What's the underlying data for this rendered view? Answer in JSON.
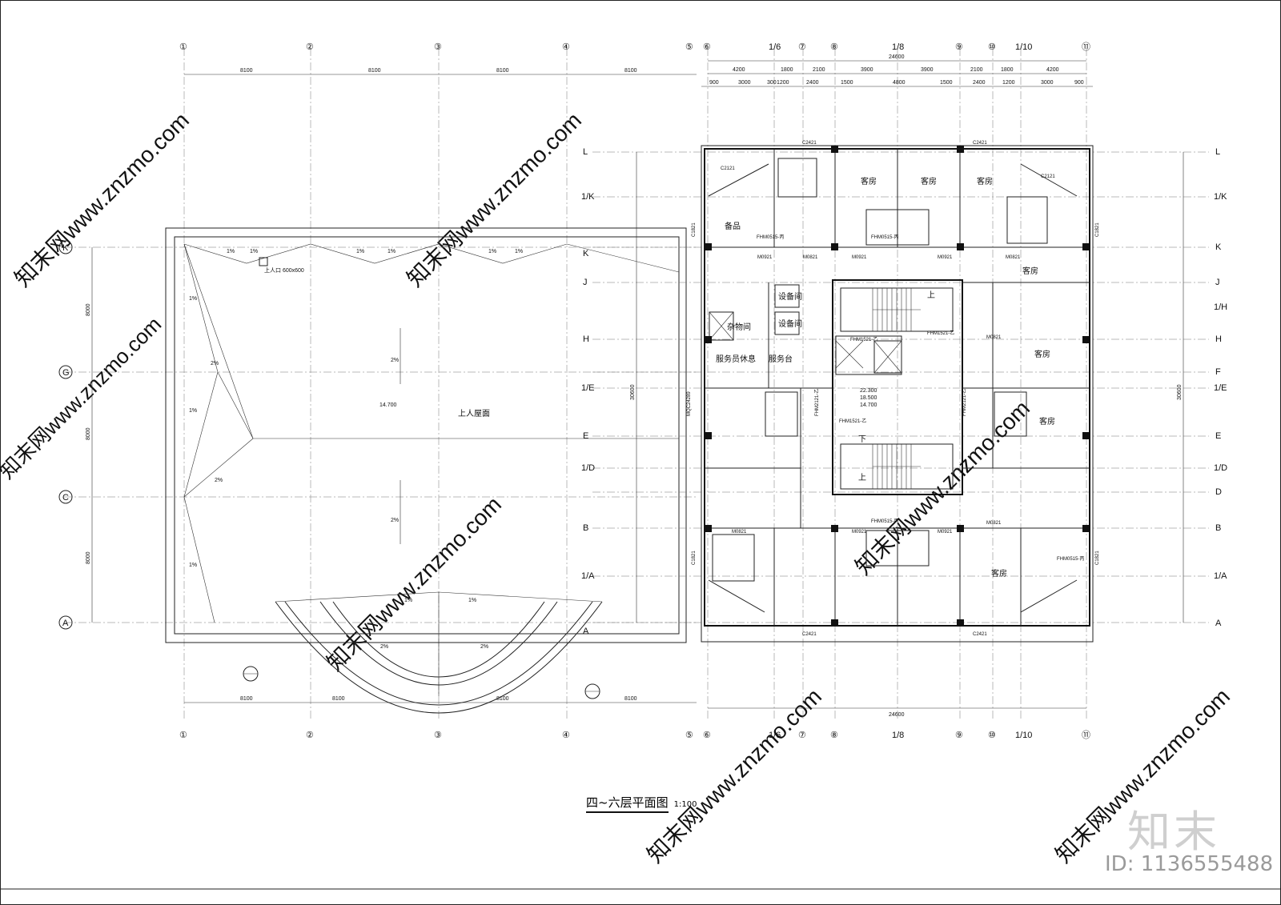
{
  "drawing": {
    "title": "四~六层平面图",
    "scale": "1:100",
    "id_label": "ID: 1136555488",
    "brand_logo": "知末",
    "watermark_text": "知末网www.znzmo.com",
    "roof_label": "上人屋面",
    "roof_elevation": "14.700",
    "roof_hatch": "上人口 600x600",
    "core_elevations": [
      "22.300",
      "18.500",
      "14.700"
    ]
  },
  "axes": {
    "top_left": [
      "①",
      "②",
      "③",
      "④",
      "⑤"
    ],
    "top_right": [
      "⑥",
      "1/6",
      "⑦",
      "⑧",
      "1/8",
      "⑨",
      "⑩",
      "1/10",
      "⑪"
    ],
    "left": [
      "K",
      "G",
      "C",
      "A"
    ],
    "right": [
      "L",
      "1/K",
      "K",
      "J",
      "1/H",
      "H",
      "F",
      "1/E",
      "E",
      "1/D",
      "D",
      "B",
      "1/A",
      "A"
    ]
  },
  "dimensions": {
    "left_bays": [
      "8100",
      "8100",
      "8100",
      "8100"
    ],
    "left_vertical": [
      "8000",
      "8000",
      "8000"
    ],
    "right_total": "24600",
    "right_total_vertical": "30600",
    "right_top_row": [
      "4200",
      "1800",
      "2100",
      "3900",
      "3900",
      "2100",
      "1800",
      "4200"
    ],
    "right_top_row2": [
      "900",
      "3000",
      "300",
      "1200",
      "2400",
      "1500",
      "4800",
      "1500",
      "2400",
      "1200",
      "3000",
      "900"
    ]
  },
  "rooms": {
    "guest": "客房",
    "spare": "备品",
    "sundry": "杂物间",
    "equipment": "设备间",
    "staff_rest": "服务员休息",
    "service_desk": "服务台",
    "up": "上",
    "down": "下"
  },
  "doors": [
    "C2421",
    "C1821",
    "M0921",
    "M0821",
    "FHM0515-丙",
    "FHM1521-乙",
    "FHM2121-乙",
    "MQC24289",
    "C2121"
  ],
  "slopes": [
    "1%",
    "2%"
  ]
}
